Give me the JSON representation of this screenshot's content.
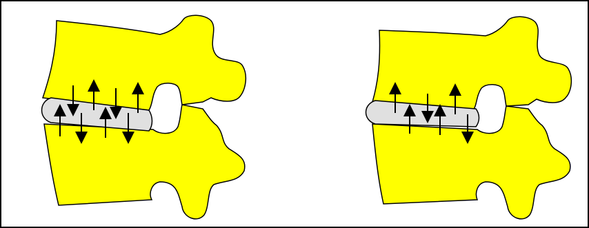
{
  "colors": {
    "vertebra_fill": "#ffff00",
    "disc_fill": "#e0e0e0",
    "outline": "#000000",
    "background": "#ffffff"
  },
  "panels": [
    {
      "name": "left-spine-segment",
      "force_arrows": [
        "down",
        "up",
        "down",
        "up",
        "up",
        "down",
        "up",
        "down"
      ]
    },
    {
      "name": "right-spine-segment",
      "force_arrows": [
        "up",
        "down",
        "up",
        "up",
        "up",
        "down"
      ]
    }
  ]
}
